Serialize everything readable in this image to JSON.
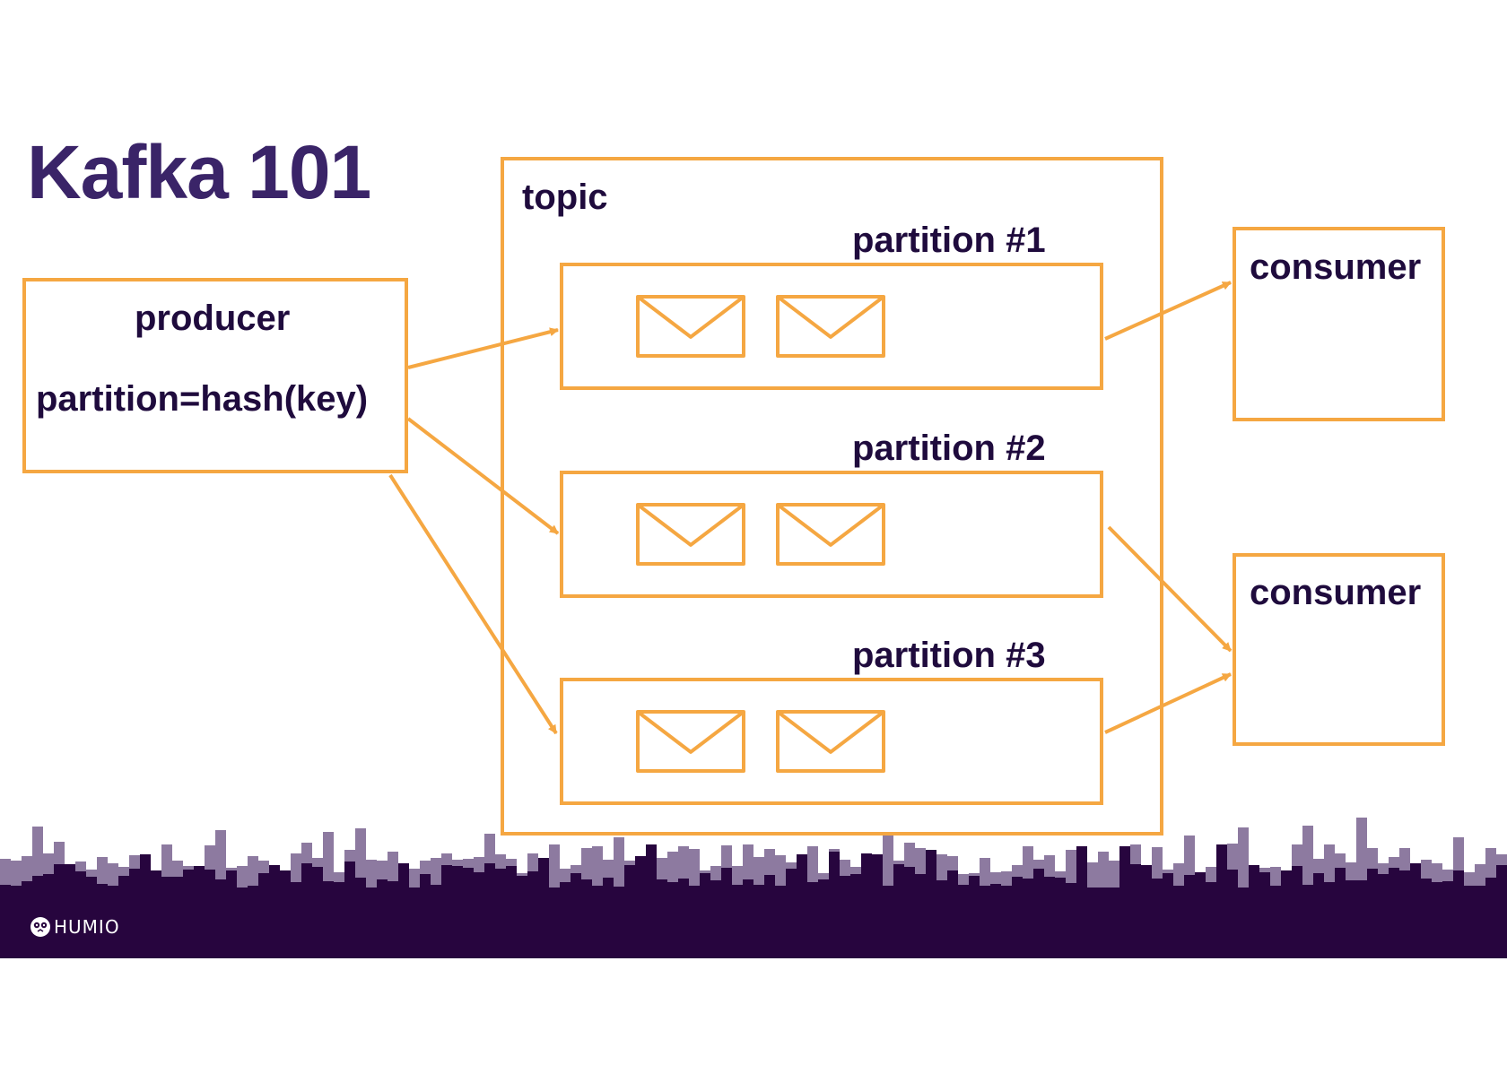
{
  "slide": {
    "title": "Kafka 101"
  },
  "producer": {
    "label": "producer",
    "rule": "partition=hash(key)"
  },
  "topic": {
    "label": "topic",
    "partitions": [
      {
        "label": "partition #1",
        "messages": 2
      },
      {
        "label": "partition #2",
        "messages": 2
      },
      {
        "label": "partition #3",
        "messages": 2
      }
    ]
  },
  "consumers": [
    {
      "label": "consumer",
      "reads_partitions": [
        1
      ]
    },
    {
      "label": "consumer",
      "reads_partitions": [
        2,
        3
      ]
    }
  ],
  "footer": {
    "logo_text": "HUMIO",
    "logo_icon": "humio-owl-icon"
  },
  "colors": {
    "accent_orange": "#f5a742",
    "title_purple": "#3a2468",
    "text_dark": "#1f0b3d",
    "footer_dark": "#27053e",
    "skyline_light": "#8d7aa0"
  }
}
